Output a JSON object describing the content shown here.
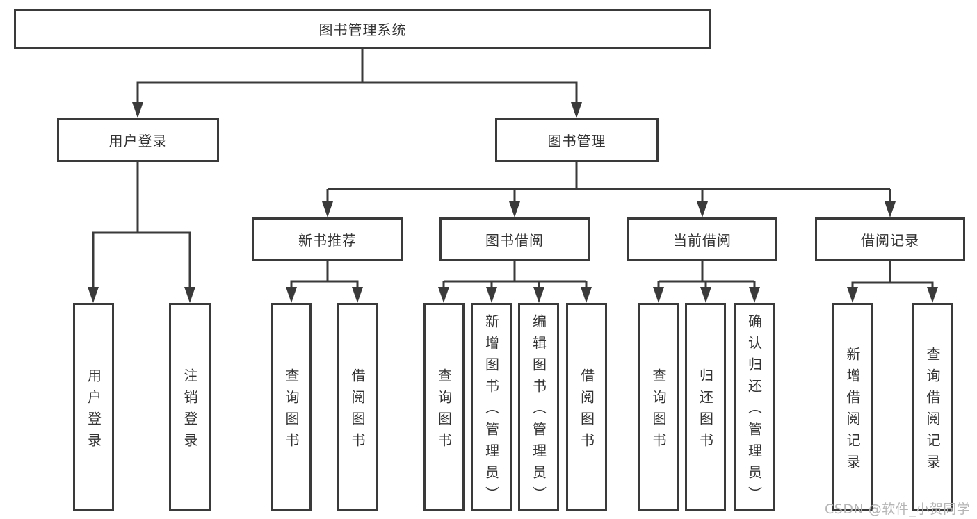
{
  "diagram": {
    "root": {
      "label": "图书管理系统"
    },
    "branches": [
      {
        "label": "用户登录",
        "children": [
          {
            "label": "用户登录"
          },
          {
            "label": "注销登录"
          }
        ]
      },
      {
        "label": "图书管理",
        "children": [
          {
            "label": "新书推荐",
            "children": [
              {
                "label": "查询图书"
              },
              {
                "label": "借阅图书"
              }
            ]
          },
          {
            "label": "图书借阅",
            "children": [
              {
                "label": "查询图书"
              },
              {
                "label": "新增图书（管理员）"
              },
              {
                "label": "编辑图书（管理员）"
              },
              {
                "label": "借阅图书"
              }
            ]
          },
          {
            "label": "当前借阅",
            "children": [
              {
                "label": "查询图书"
              },
              {
                "label": "归还图书"
              },
              {
                "label": "确认归还（管理员）"
              }
            ]
          },
          {
            "label": "借阅记录",
            "children": [
              {
                "label": "新增借阅记录"
              },
              {
                "label": "查询借阅记录"
              }
            ]
          }
        ]
      }
    ],
    "watermark": "CSDN @软件_小贺同学",
    "colors": {
      "line": "#3a3a3a",
      "text": "#333333",
      "watermark": "#b5b5b5",
      "background": "#ffffff"
    }
  }
}
